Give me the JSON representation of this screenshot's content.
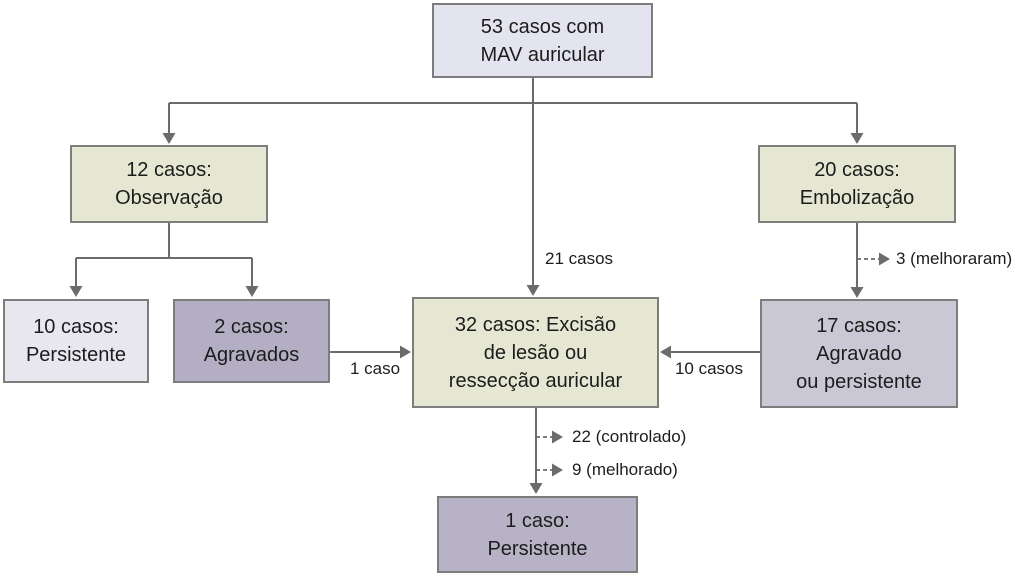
{
  "diagram": {
    "nodes": {
      "root": {
        "text": "53 casos com\nMAV auricular"
      },
      "observacao": {
        "text": "12 casos:\nObservação"
      },
      "embolizacao": {
        "text": "20 casos:\nEmbolização"
      },
      "persistente10": {
        "text": "10 casos:\nPersistente"
      },
      "agravados2": {
        "text": "2 casos:\nAgravados"
      },
      "excisao": {
        "text": "32 casos: Excisão\nde lesão ou\nressecção auricular"
      },
      "agravado17": {
        "text": "17 casos:\nAgravado\nou persistente"
      },
      "persistente1": {
        "text": "1 caso:\nPersistente"
      }
    },
    "edge_labels": {
      "casos21": "21 casos",
      "caso1": "1 caso",
      "casos10": "10 casos",
      "melhoraram3": "3 (melhoraram)",
      "controlado22": "22 (controlado)",
      "melhorado9": "9 (melhorado)"
    },
    "colors": {
      "root_fill": "#e3e4ef",
      "green_fill": "#e6e7d2",
      "lilac_fill": "#e8e6ee",
      "mauve_fill": "#b3aec3",
      "mauve_light_fill": "#cbc8d6",
      "mauve_mid_fill": "#b7b2c6",
      "border": "#7d7d7d",
      "line": "#6b6b6b",
      "text": "#1c1c1c"
    }
  }
}
